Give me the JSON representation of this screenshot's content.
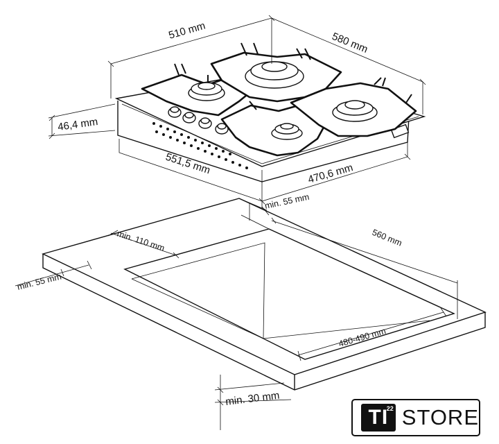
{
  "hob_dimensions": {
    "width_top": "510 mm",
    "depth_top": "580 mm",
    "height": "46,4 mm",
    "width_bottom": "551,5 mm",
    "depth_bottom": "470,6 mm",
    "clearance_back": "min. 55 mm"
  },
  "cutout_dimensions": {
    "clearance_side": "min. 110 mm",
    "clearance_front": "min. 55 mm",
    "cutout_depth": "560 mm",
    "cutout_width": "480-490 mm",
    "worktop_thickness": "min. 30 mm"
  },
  "logo": {
    "mark": "TI",
    "number": "22",
    "word": "STORE"
  }
}
